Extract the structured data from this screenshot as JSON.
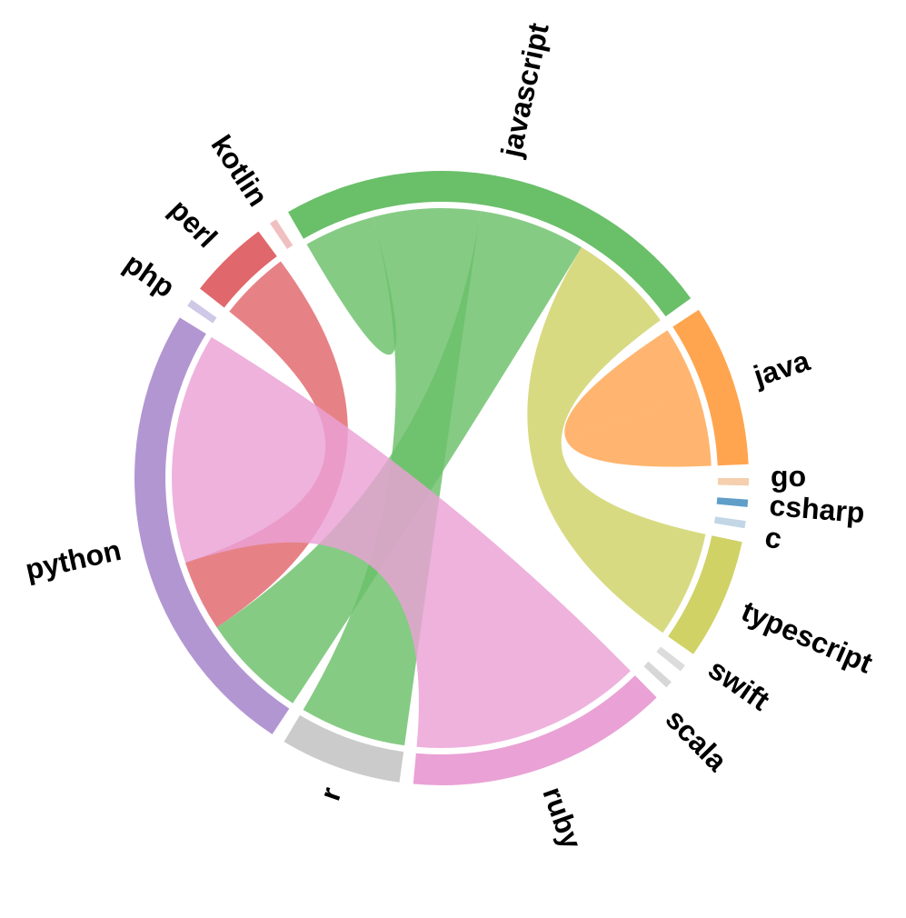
{
  "chart_data": {
    "type": "chord",
    "title": "",
    "groups": [
      {
        "name": "c",
        "color": "#c2d6e6"
      },
      {
        "name": "csharp",
        "color": "#5f9ec9"
      },
      {
        "name": "go",
        "color": "#f5cfae"
      },
      {
        "name": "java",
        "color": "#ffa54f"
      },
      {
        "name": "javascript",
        "color": "#6abf69"
      },
      {
        "name": "kotlin",
        "color": "#f0c0c0"
      },
      {
        "name": "perl",
        "color": "#e0676b"
      },
      {
        "name": "php",
        "color": "#cfc8e6"
      },
      {
        "name": "python",
        "color": "#b296d2"
      },
      {
        "name": "r",
        "color": "#cbcbcb"
      },
      {
        "name": "ruby",
        "color": "#eaa1d5"
      },
      {
        "name": "scala",
        "color": "#d7d7d7"
      },
      {
        "name": "swift",
        "color": "#dcdcdc"
      },
      {
        "name": "typescript",
        "color": "#d0d266"
      }
    ],
    "chords": [
      {
        "source": "java",
        "target": "java",
        "value": 0.08,
        "color": "#ffa54f"
      },
      {
        "source": "javascript",
        "target": "javascript",
        "value": 0.04,
        "color": "#6abf69"
      },
      {
        "source": "javascript",
        "target": "r",
        "value": 0.12,
        "color": "#6abf69"
      },
      {
        "source": "javascript",
        "target": "python",
        "value": 0.12,
        "color": "#6abf69"
      },
      {
        "source": "typescript",
        "target": "javascript",
        "value": 0.12,
        "color": "#d0d266"
      },
      {
        "source": "perl",
        "target": "python",
        "value": 0.08,
        "color": "#e0676b"
      },
      {
        "source": "python",
        "target": "ruby",
        "value": 0.26,
        "color": "#eaa1d5"
      }
    ]
  }
}
